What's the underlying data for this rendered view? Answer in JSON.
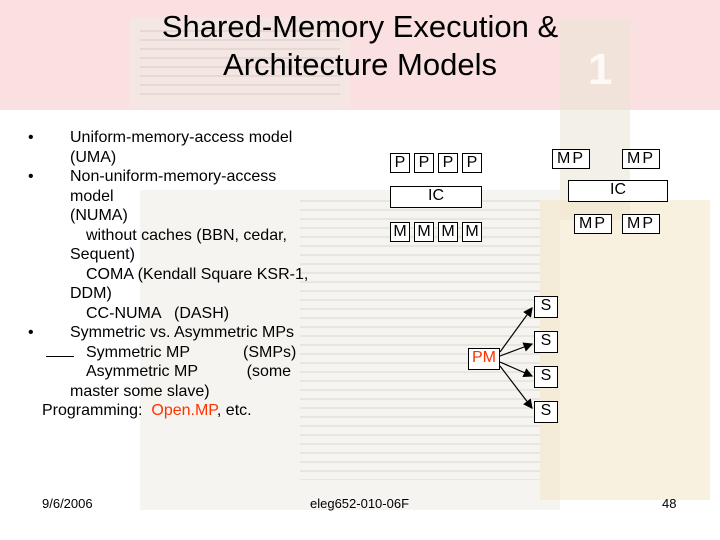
{
  "title": {
    "line1": "Shared-Memory Execution &",
    "line2": "Architecture Models"
  },
  "bullets": {
    "b1": "Uniform-memory-access model",
    "b1b": "(UMA)",
    "b2": "Non-uniform-memory-access",
    "b2b": "model",
    "b2c": "(NUMA)",
    "b2d": "without caches (BBN, cedar,",
    "b2e": "Sequent)",
    "b2f": "COMA (Kendall Square KSR-1,",
    "b2g": "DDM)",
    "b2h": "CC-NUMA   (DASH)",
    "b3": "Symmetric vs. Asymmetric MPs",
    "b3a": "Symmetric MP            (SMPs)",
    "b3b": "Asymmetric MP           (some",
    "b3c": "master some slave)",
    "prog_prefix": "Programming:  ",
    "prog_highlight": "Open.MP",
    "prog_suffix": ", etc."
  },
  "footer": {
    "date": "9/6/2006",
    "course": "eleg652-010-06F",
    "page": "48"
  },
  "diagram": {
    "p": "P",
    "m": "M",
    "ic": "IC",
    "pm": "PM",
    "s": "S",
    "mp": "MP"
  },
  "colors": {
    "accent": "#ff3300",
    "title_band": "#f6c7c7"
  }
}
